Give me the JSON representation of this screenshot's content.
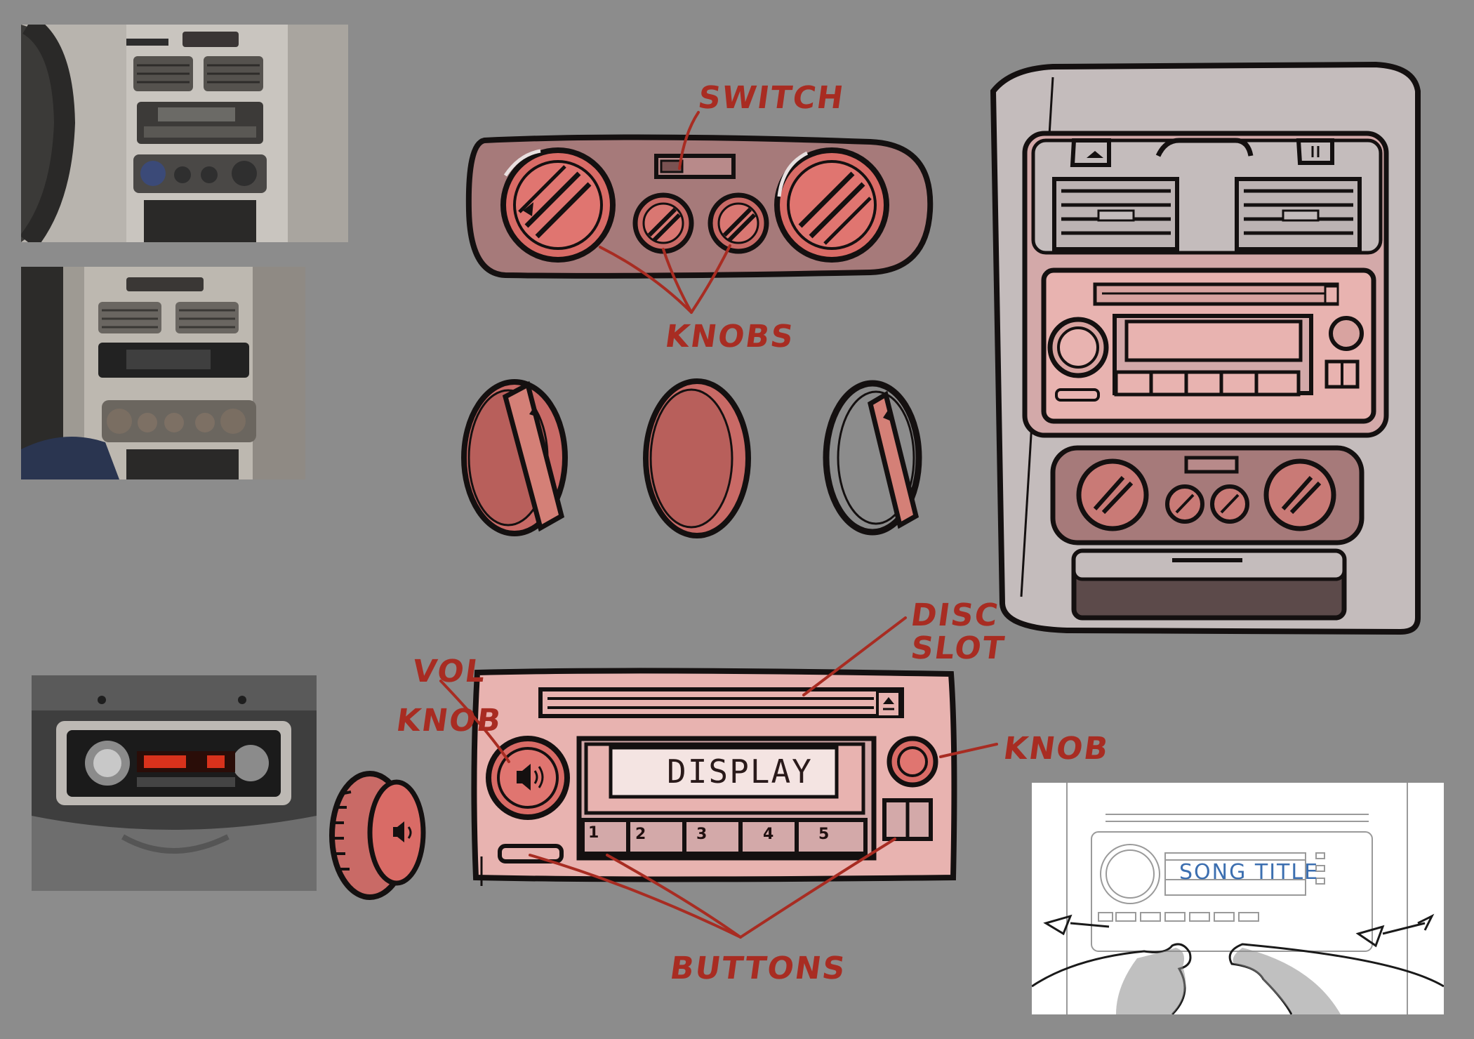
{
  "annotations": {
    "switch": "SWITCH",
    "knobs": "KNOBS",
    "disc_slot_line1": "DISC",
    "disc_slot_line2": "SLOT",
    "vol_line1": "VOL",
    "vol_line2": "KNOB",
    "knob_right": "KNOB",
    "buttons": "BUTTONS"
  },
  "radio": {
    "display": "DISPLAY",
    "preset_buttons": [
      "1",
      "2",
      "3",
      "4",
      "5"
    ]
  },
  "storyboard": {
    "screen_text": "SONG TITLE"
  },
  "colors": {
    "background": "#8c8c8c",
    "ink": "#141010",
    "annotation_red": "#a82c22",
    "knob_red": "#d96b66",
    "radio_pink": "#e8b3b0",
    "panel_mauve": "#a67a7a",
    "dash_grey": "#c4bcbc"
  }
}
